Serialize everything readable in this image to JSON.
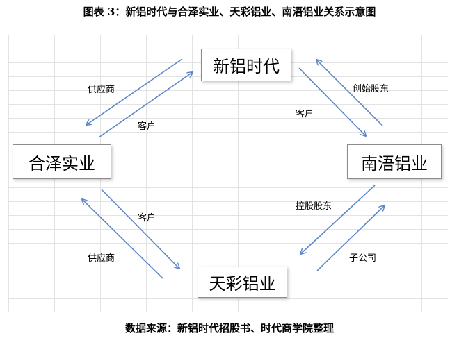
{
  "title": "图表 3：新铝时代与合泽实业、天彩铝业、南浯铝业关系示意图",
  "source": "数据来源：新铝时代招股书、时代商学院整理",
  "nodes": {
    "xinlv": "新铝时代",
    "heze": "合泽实业",
    "nanhao": "南浯铝业",
    "tiancai": "天彩铝业"
  },
  "edge_labels": {
    "supplier_top": "供应商",
    "customer_top": "客户",
    "founder": "创始股东",
    "customer_right": "客户",
    "customer_bottom": "客户",
    "supplier_bottom": "供应商",
    "controlling": "控股股东",
    "subsidiary": "子公司"
  },
  "colors": {
    "arrow": "#5b86c8",
    "gridline": "#e3e3e3"
  }
}
